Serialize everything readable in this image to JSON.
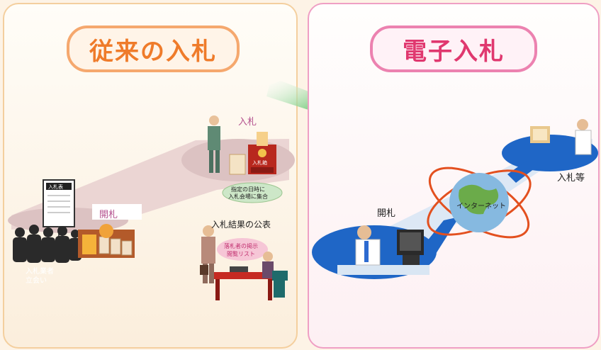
{
  "left_panel": {
    "title": "従来の入札",
    "label_nyusatsu": "入札",
    "label_kaisatsu": "開札",
    "label_kouhyou": "入札結果の公表",
    "label_tachiai_1": "入札業者",
    "label_tachiai_2": "立会い",
    "label_bullet_1a": "指定の日時に",
    "label_bullet_1b": "入札会場に集合",
    "label_bullet_2a": "落札者の掲示",
    "label_bullet_2b": "閲覧リスト",
    "box_label": "入札箱",
    "board_label": "入札表"
  },
  "right_panel": {
    "title": "電子入札",
    "label_kaisatsu": "開札",
    "label_internet": "インターネット",
    "label_nyusatsu_tou": "入札等"
  },
  "colors": {
    "left_accent": "#ef7b2a",
    "right_accent": "#e0386f",
    "arrow": "#2bb34a",
    "blue_disc": "#1f66c6"
  }
}
